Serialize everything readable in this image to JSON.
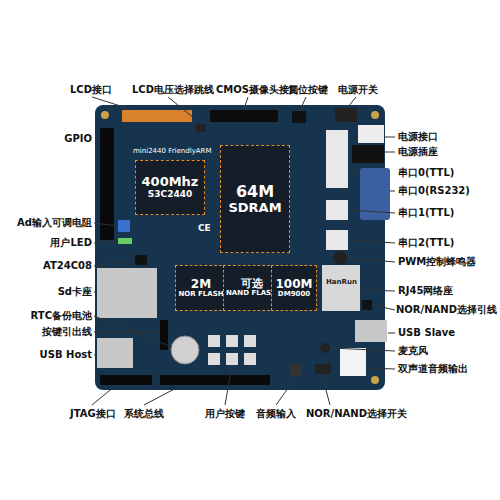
{
  "diagram": {
    "nodes": [
      {
        "text": [
          "mini2440 FriendlyARM"
        ]
      },
      {
        "text": [
          "400Mhz",
          "S3C2440"
        ],
        "in": 0
      },
      {
        "text": [
          "64M",
          "SDRAM"
        ],
        "in": 0
      },
      {
        "text": [
          "2M",
          "NOR FLASH"
        ],
        "in": 0
      },
      {
        "text": [
          "可选",
          "NAND FLASH"
        ],
        "in": 0
      },
      {
        "text": [
          "100M",
          "DM9000"
        ],
        "in": 0
      }
    ],
    "labels": [
      "LCD接口",
      "LCD电压选择跳线",
      "CMOS摄像头接口",
      "复位按键",
      "电源开关",
      "GPIO",
      "电源接口",
      "电源插座",
      "串口0(TTL)",
      "串口0(RS232)",
      "串口1(TTL)",
      "串口2(TTL)",
      "PWM控制蜂鸣器",
      "RJ45网络座",
      "NOR/NAND选择引线",
      "USB Slave",
      "麦克风",
      "双声道音频输出",
      "Ad输入可调电阻",
      "用户LED",
      "AT24C08",
      "Sd卡座",
      "RTC备份电池",
      "按键引出线",
      "USB Host",
      "JTAG接口",
      "系统总线",
      "用户按键",
      "音频输入",
      "NOR/NAND选择开关",
      "HanRun",
      "CE"
    ]
  }
}
